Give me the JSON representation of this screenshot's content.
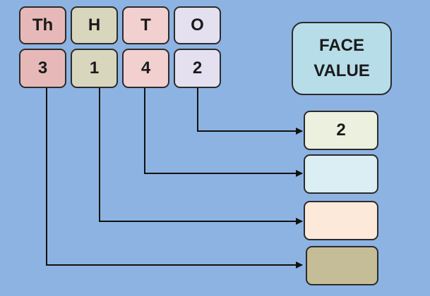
{
  "headers": [
    "Th",
    "H",
    "T",
    "O"
  ],
  "digits": [
    "3",
    "1",
    "4",
    "2"
  ],
  "face_value": {
    "line1": "FACE",
    "line2": "VALUE"
  },
  "results": [
    "2",
    "",
    "",
    ""
  ],
  "colors": {
    "background": "#8db3e2",
    "th": "#e6b9b8",
    "h": "#d8d6bc",
    "t": "#f2d0d0",
    "o": "#e4e0ef",
    "face": "#b7dde8",
    "result_ones": "#ebf1de",
    "result_tens": "#dbeef4",
    "result_hundreds": "#fde9d9",
    "result_thousands": "#c4bd97"
  }
}
